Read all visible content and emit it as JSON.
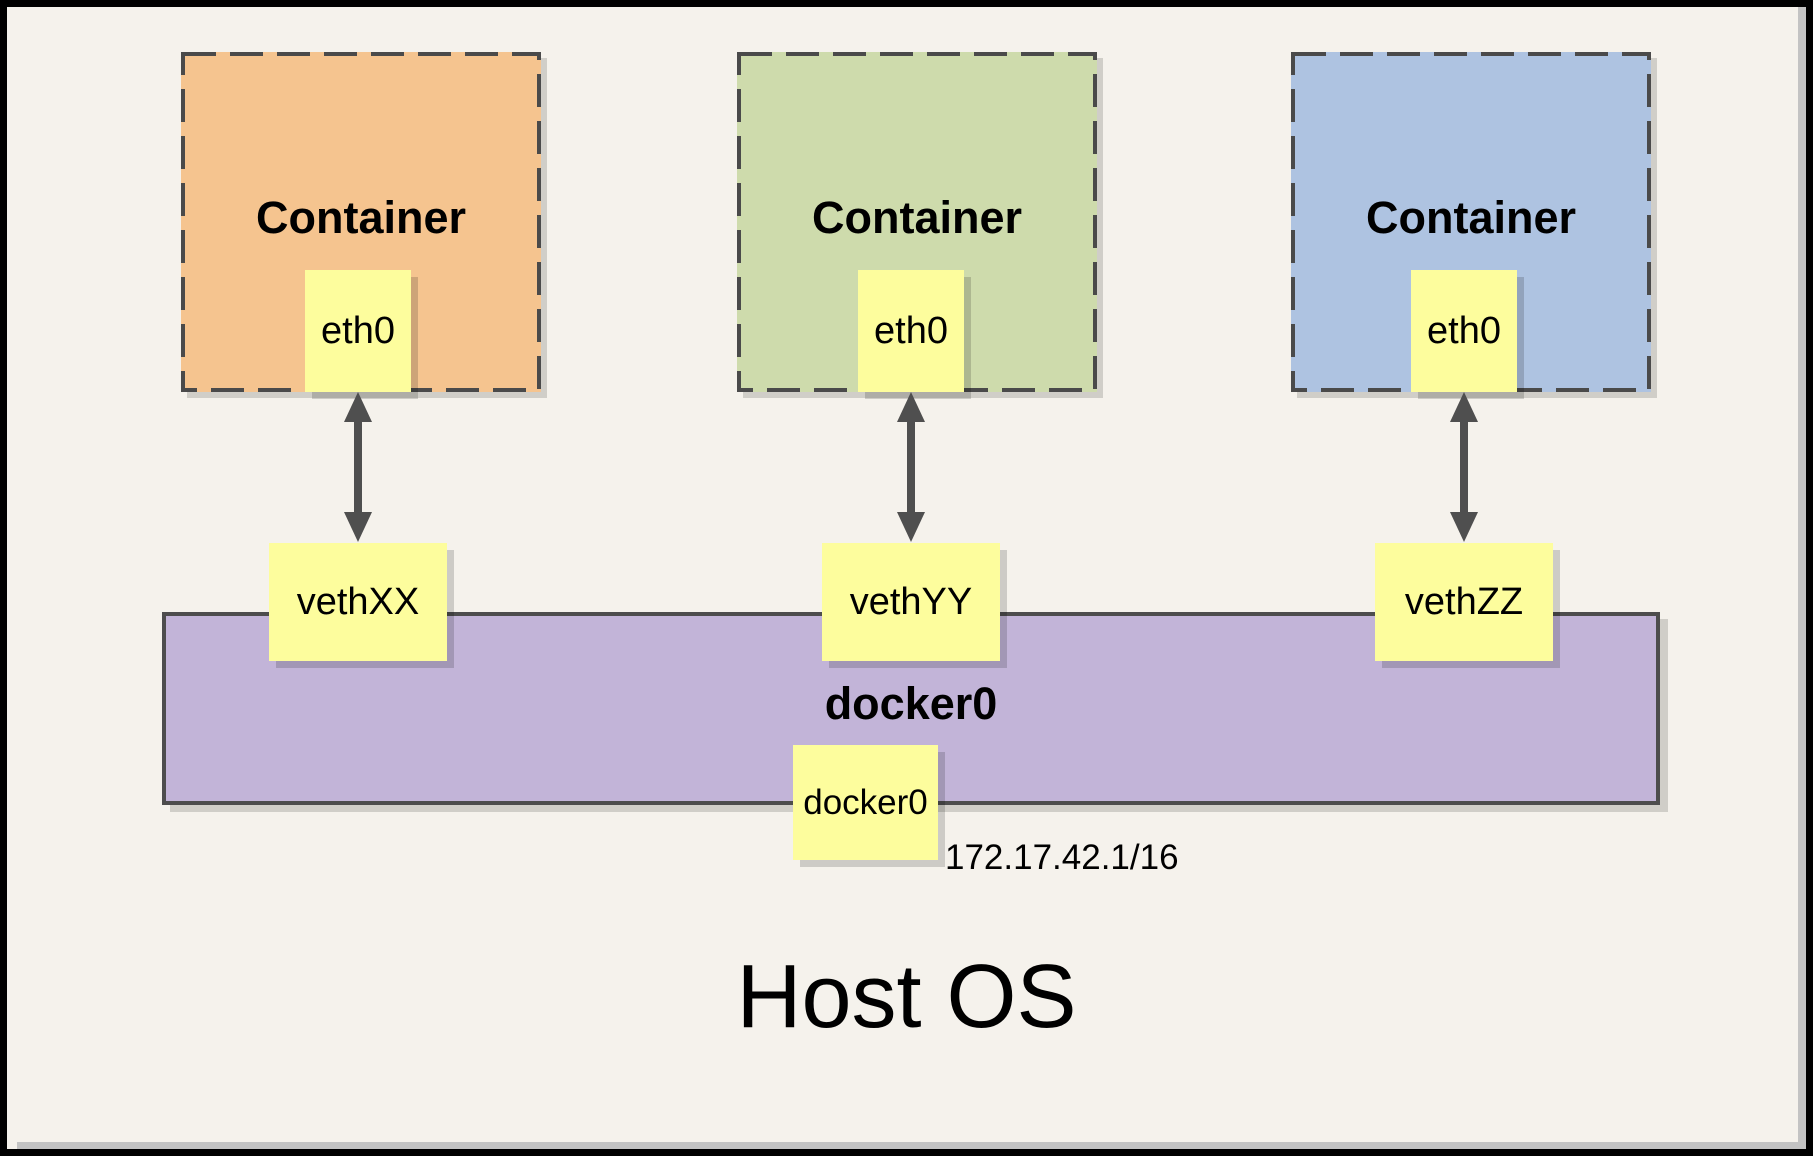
{
  "diagram": {
    "host_label": "Host OS",
    "containers": [
      {
        "title": "Container",
        "interface_label": "eth0",
        "veth_label": "vethXX",
        "fill": "#F5C48F"
      },
      {
        "title": "Container",
        "interface_label": "eth0",
        "veth_label": "vethYY",
        "fill": "#CEDBAC"
      },
      {
        "title": "Container",
        "interface_label": "eth0",
        "veth_label": "vethZZ",
        "fill": "#AEC3E1"
      }
    ],
    "bridge": {
      "name": "docker0",
      "interface_label": "docker0",
      "ip_address": "172.17.42.1/16",
      "fill": "#C2B4D8"
    },
    "colors": {
      "background": "#F5F2EC",
      "note_yellow": "#FDFD9D",
      "dashed_border": "#4A4A4A",
      "bridge_border": "#4D4D4D",
      "arrow": "#4F4F4F",
      "outer_frame": "#000000",
      "shadow": "#C3C3C3"
    }
  }
}
